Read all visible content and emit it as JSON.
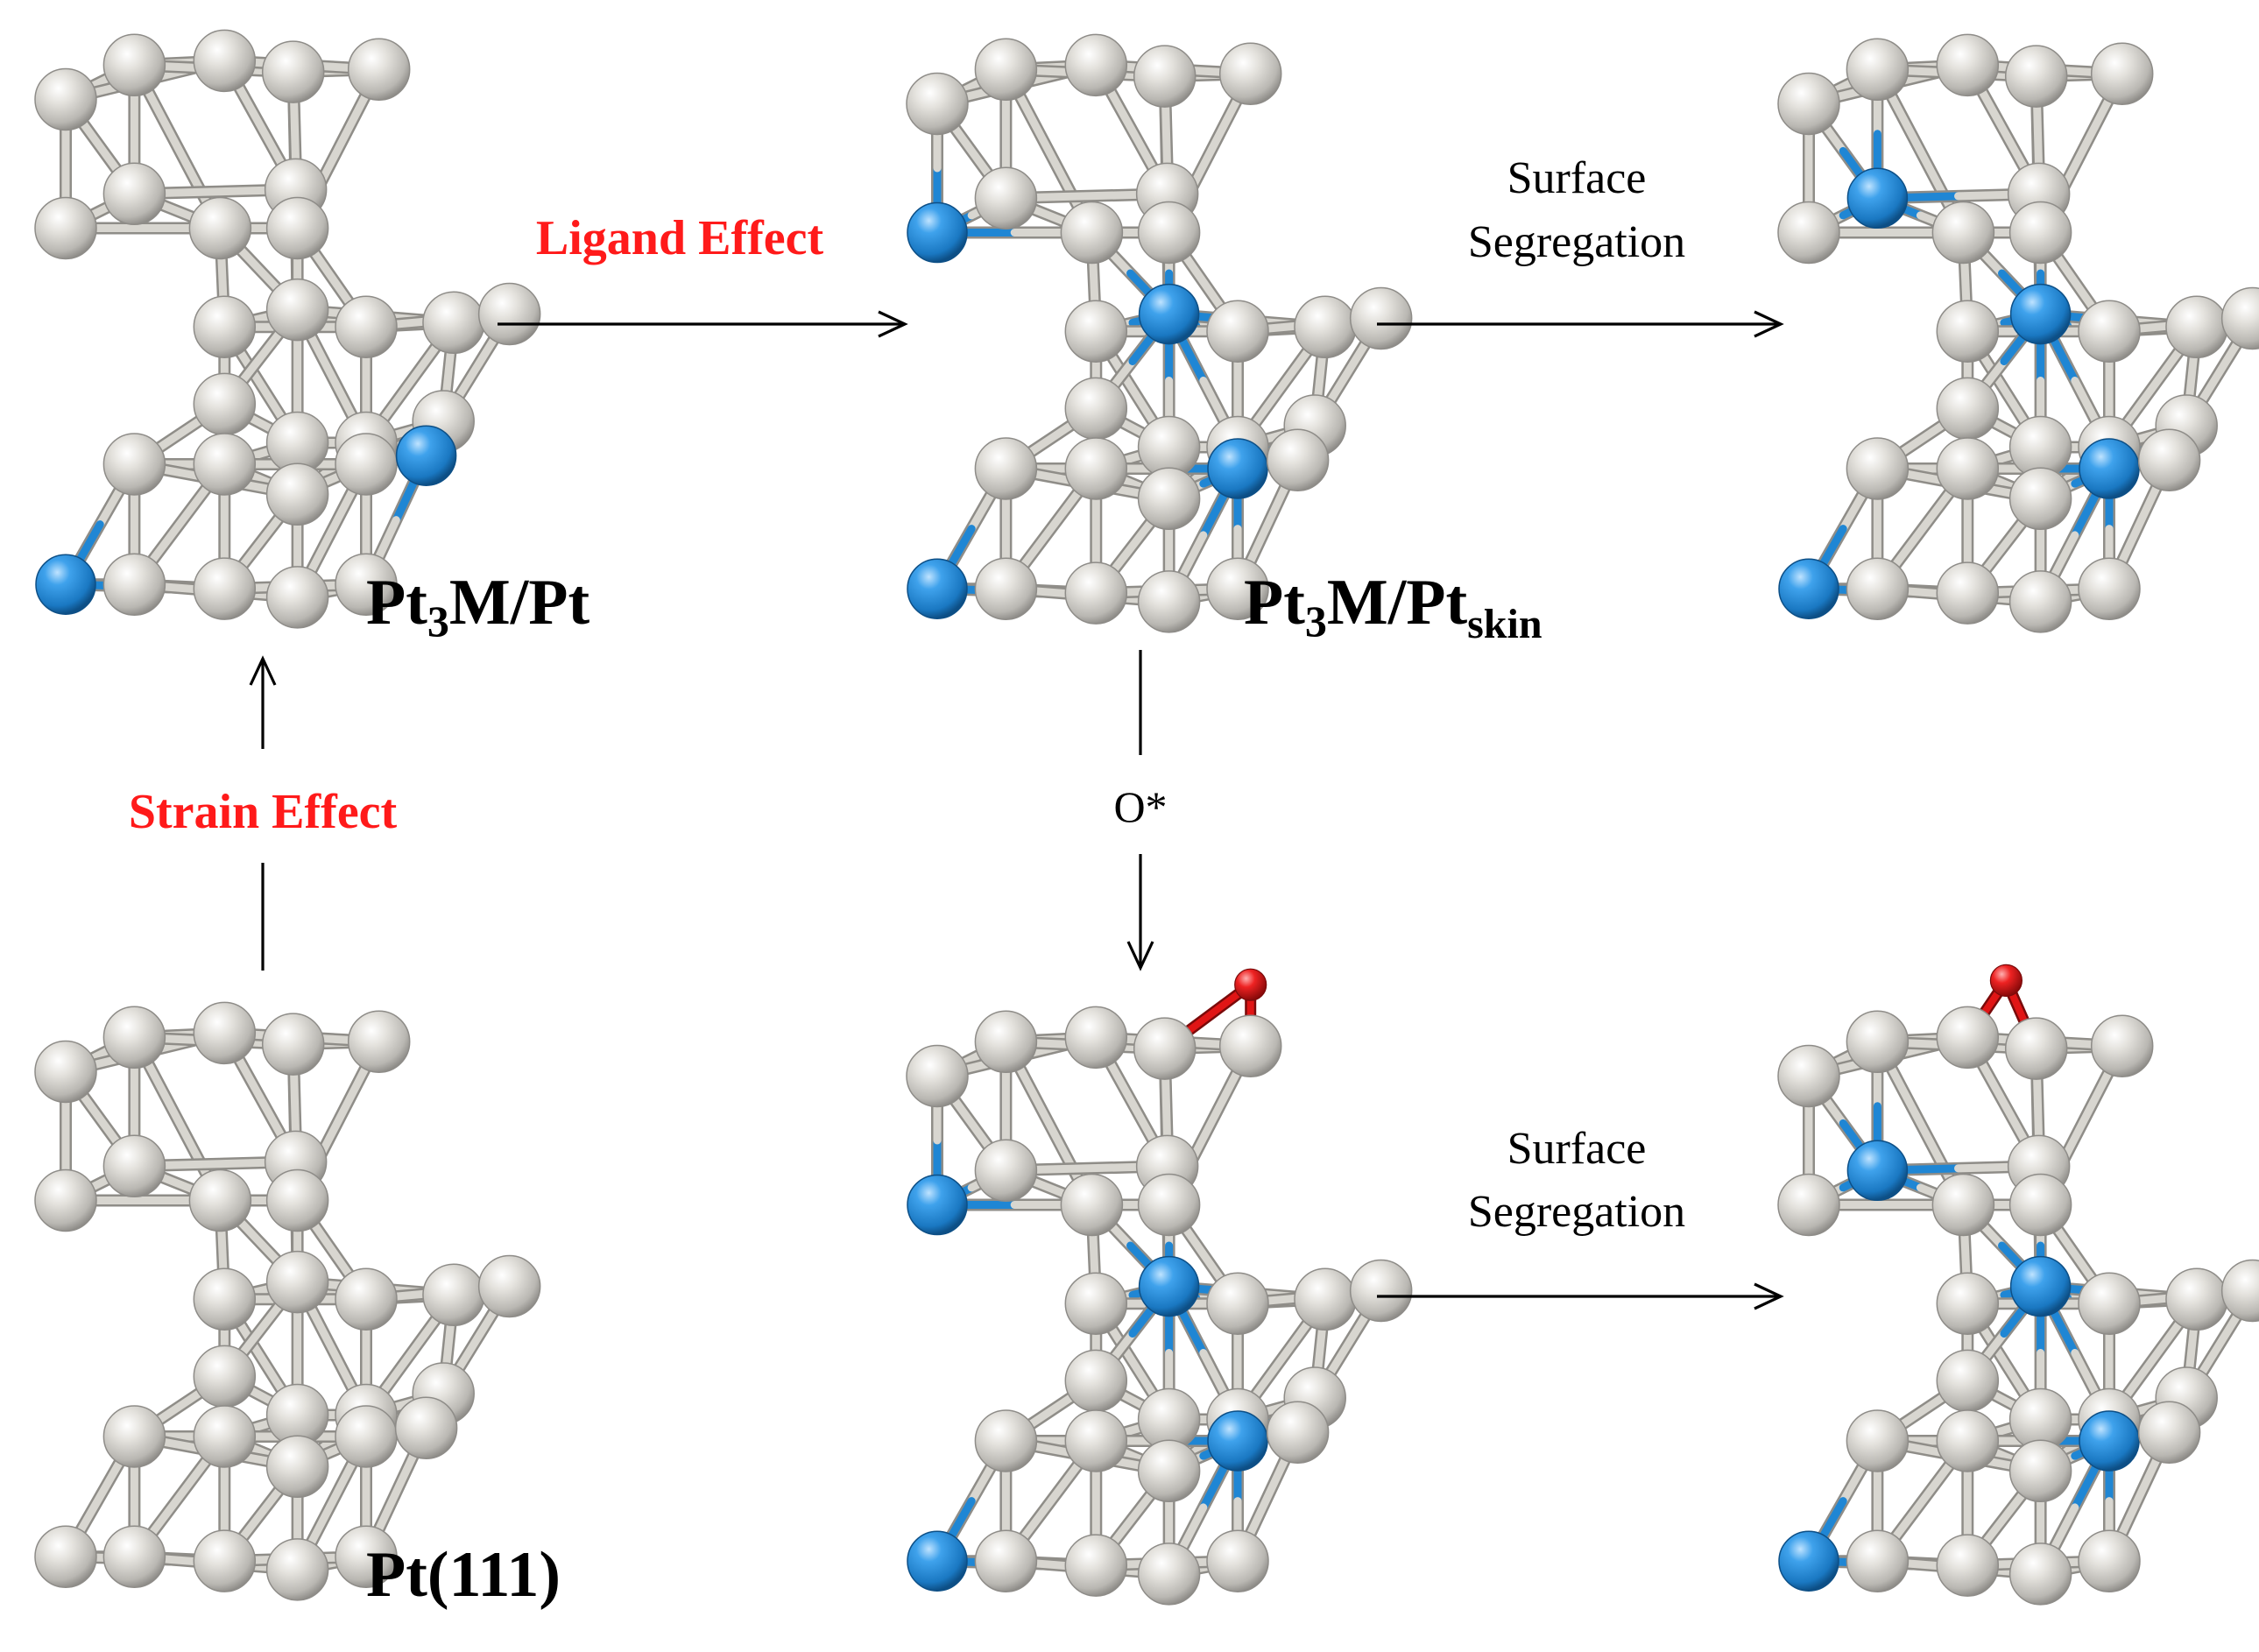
{
  "colors": {
    "pt_atom": "#cfcdc8",
    "m_atom": "#1f86d4",
    "o_atom": "#e01515",
    "bond": "#d8d6d0",
    "bond_outline": "#8f8d88",
    "arrow": "#000000",
    "effect_label": "#ff1a1a",
    "text": "#000000"
  },
  "labels": {
    "pt3m_pt": {
      "main": "Pt",
      "sub1": "3",
      "rest": "M/Pt"
    },
    "pt3m_ptskin": {
      "main": "Pt",
      "sub1": "3",
      "rest": "M/Pt",
      "sub2": "skin"
    },
    "pt111": "Pt(111)",
    "ligand_effect": "Ligand Effect",
    "strain_effect": "Strain Effect",
    "surface_segregation_top": [
      "Surface",
      "Segregation"
    ],
    "surface_segregation_bottom": [
      "Surface",
      "Segregation"
    ],
    "o_star": "O*"
  },
  "structures": [
    {
      "id": "pt111",
      "caption": "Pt(111)",
      "dopant_sites": [],
      "oxygen": "none"
    },
    {
      "id": "pt3m-pt",
      "caption": "Pt3M/Pt",
      "dopant_sites": [
        "lower-left",
        "bottom-left"
      ],
      "oxygen": "none"
    },
    {
      "id": "pt3m-ptskin",
      "caption": "Pt3M/Ptskin",
      "dopant_sites": [
        "mid-left",
        "center",
        "lower-right",
        "bottom-left"
      ],
      "oxygen": "none"
    },
    {
      "id": "segregated",
      "caption": "",
      "dopant_sites": [
        "top-left",
        "center",
        "lower-right",
        "bottom-left"
      ],
      "oxygen": "none"
    },
    {
      "id": "ptskin-o",
      "caption": "",
      "dopant_sites": [
        "mid-left",
        "center",
        "lower-right",
        "bottom-left"
      ],
      "oxygen": "top-right"
    },
    {
      "id": "segregated-o",
      "caption": "",
      "dopant_sites": [
        "top-left",
        "center",
        "lower-right",
        "bottom-left"
      ],
      "oxygen": "top-bridge"
    }
  ]
}
